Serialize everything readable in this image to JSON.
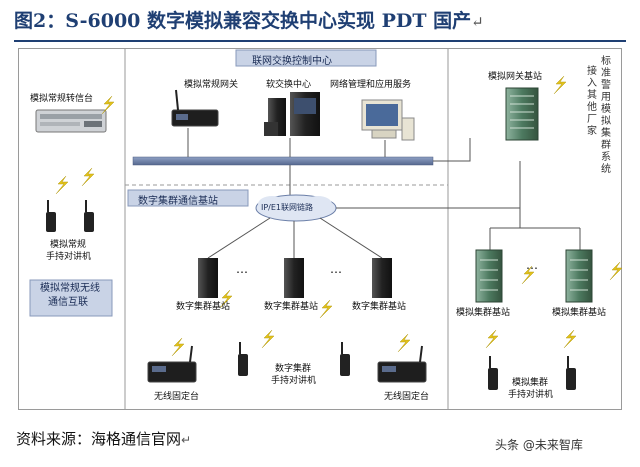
{
  "title": "图2：S-6000 数字模拟兼容交换中心实现 PDT 国产",
  "return_mark": "↵",
  "control_center_label": "联网交换控制中心",
  "digital_base_area_label": "数字集群通信基站",
  "ip_link_label": "IP/E1联网链路",
  "analog_relay_label": "模拟常规转信台",
  "analog_radios_label": [
    "模拟常规",
    "手持对讲机"
  ],
  "analog_wireless_label": [
    "模拟常规无线",
    "通信互联"
  ],
  "analog_gateway_label": "模拟常规网关",
  "soft_switch_label": "软交换中心",
  "network_mgmt_label": "网络管理和应用服务",
  "analog_gw_base_label": "模拟网关基站",
  "vertical_text": [
    "标准警用模拟集群系统",
    "接入其他厂家"
  ],
  "digital_base_labels": [
    "数字集群基站",
    "数字集群基站",
    "数字集群基站"
  ],
  "ellipsis": "…",
  "digital_radios_label": [
    "数字集群",
    "手持对讲机"
  ],
  "wireless_fixed_labels": [
    "无线固定台",
    "无线固定台"
  ],
  "analog_base_labels": [
    "模拟集群基站",
    "模拟集群基站"
  ],
  "analog_trunk_radios_label": [
    "模拟集群",
    "手持对讲机"
  ],
  "source_text": "资料来源：海格通信官网",
  "watermark": "头条 @未来智库",
  "colors": {
    "title": "#1f3f73",
    "label_bg": "#c9d3e6",
    "bus": "#6b7fa8",
    "equipment": "#2a2a2a",
    "base_station": "#3f6b52",
    "lightning": "#e3c21a"
  }
}
